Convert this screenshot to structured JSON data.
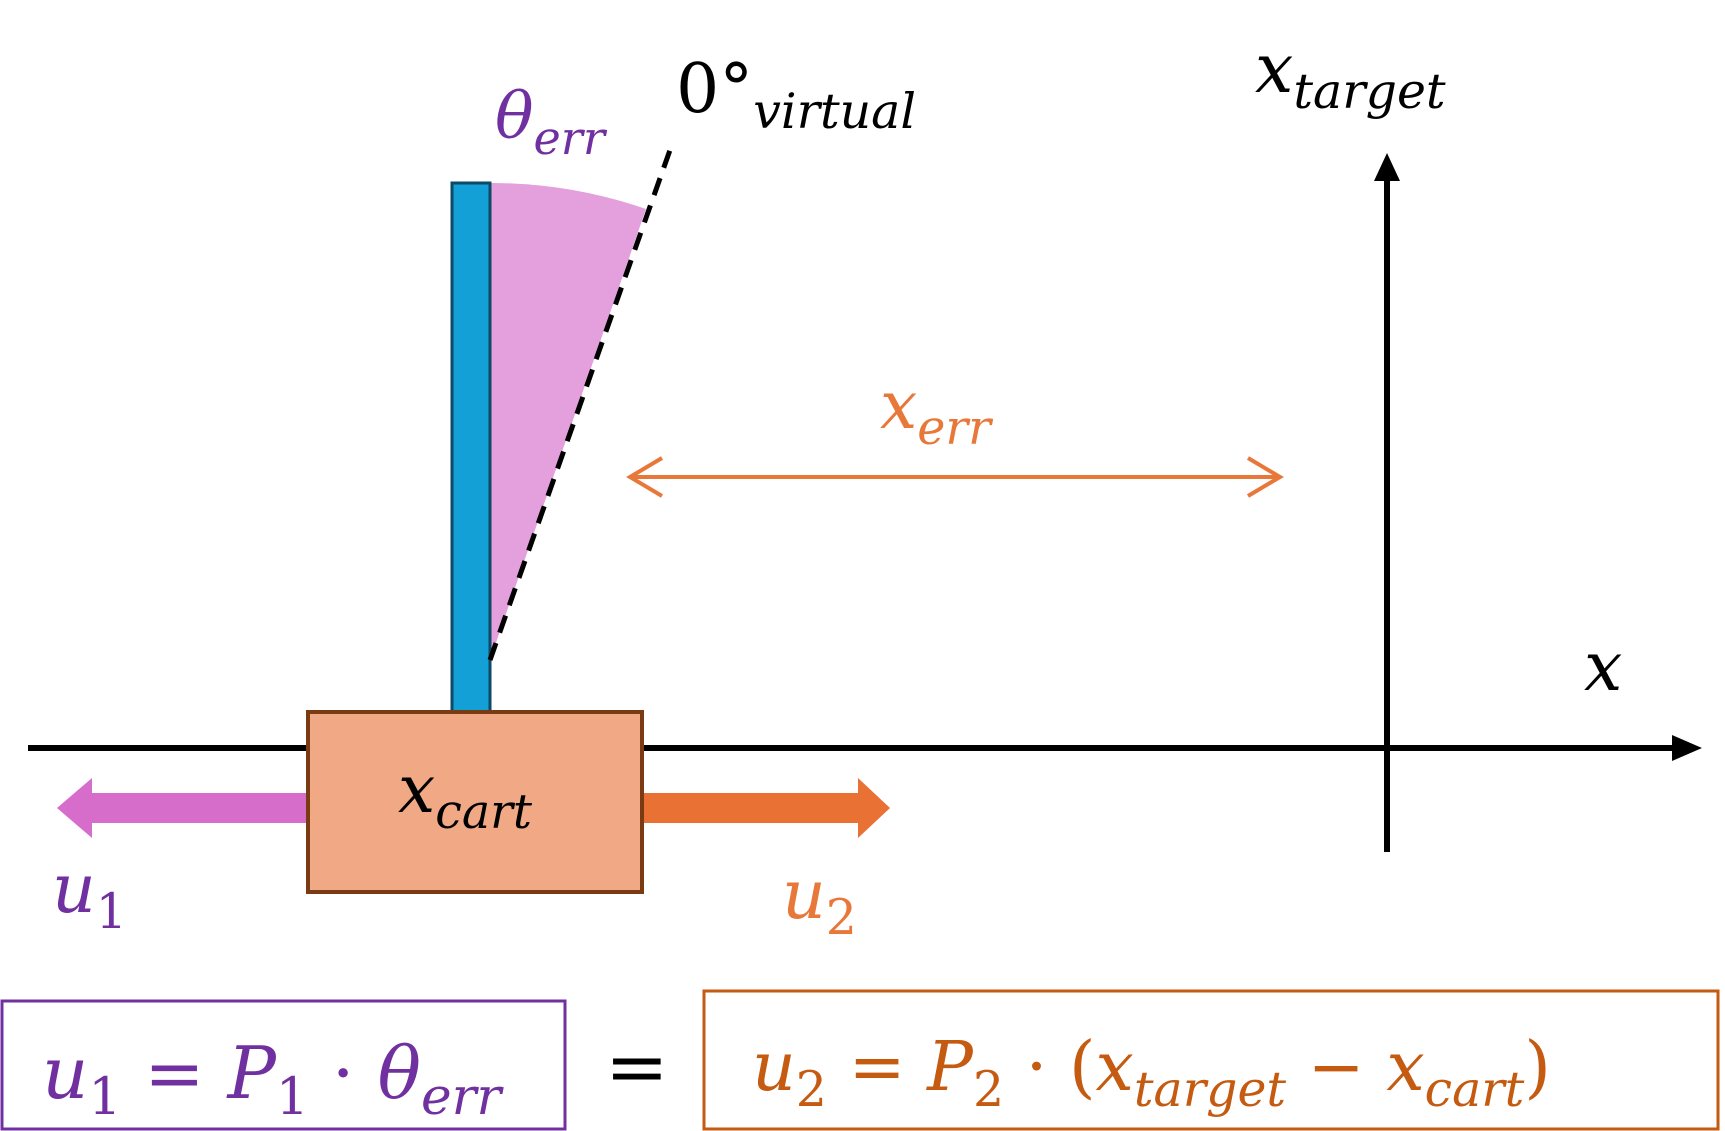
{
  "colors": {
    "axis": "#000000",
    "pole_fill": "#12A0D7",
    "pole_stroke": "#0E4A66",
    "angle_wedge": "#E3A0DD",
    "cart_fill": "#F1A985",
    "cart_stroke": "#7A3A12",
    "u1_arrow": "#D76DCB",
    "u2_arrow": "#E87133",
    "theta_text": "#7030A0",
    "xerr_color": "#E8773A",
    "u2_text": "#E8773A",
    "eq1_color": "#7030A0",
    "eq2_color": "#C55A11"
  },
  "labels": {
    "theta_main": "θ",
    "theta_sub": "err",
    "zero_main": "0°",
    "zero_sub": "virtual",
    "xtarget_main": "x",
    "xtarget_sub": "target",
    "xerr_main": "x",
    "xerr_sub": "err",
    "x_axis": "x",
    "xcart_main": "x",
    "xcart_sub": "cart",
    "u1_main": "u",
    "u1_sub": "1",
    "u2_main": "u",
    "u2_sub": "2"
  },
  "equations": {
    "eq1": {
      "lhs_main": "u",
      "lhs_sub": "1",
      "op": " = ",
      "p_main": "P",
      "p_sub": "1",
      "dot": " · ",
      "theta_main": "θ",
      "theta_sub": "err"
    },
    "equals": "=",
    "eq2": {
      "lhs_main": "u",
      "lhs_sub": "2",
      "op": " = ",
      "p_main": "P",
      "p_sub": "2",
      "dot": " · ",
      "lparen": "(",
      "xt_main": "x",
      "xt_sub": "target",
      "minus": " − ",
      "xc_main": "x",
      "xc_sub": "cart",
      "rparen": ")"
    }
  }
}
